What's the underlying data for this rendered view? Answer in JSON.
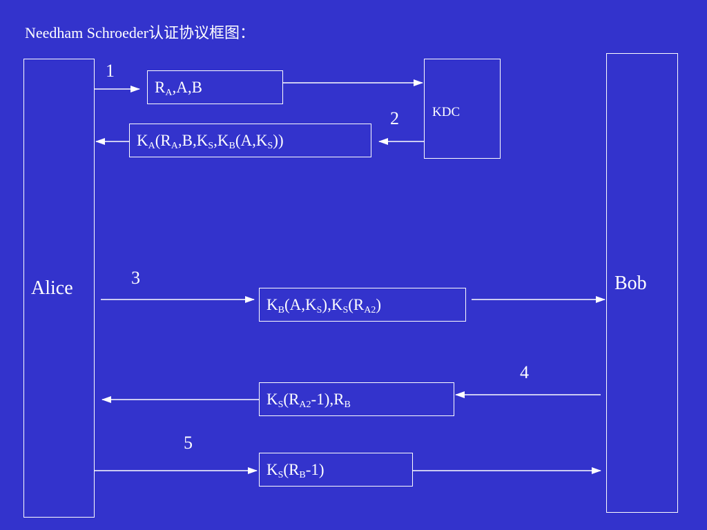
{
  "title": "Needham Schroeder认证协议框图：",
  "parties": {
    "alice": "Alice",
    "bob": "Bob",
    "kdc": "KDC"
  },
  "steps": [
    {
      "number": "1",
      "message": [
        [
          "R",
          ""
        ],
        [
          "",
          "A"
        ],
        [
          ",A,B",
          ""
        ]
      ],
      "from": "Alice",
      "to": "KDC"
    },
    {
      "number": "2",
      "message": [
        [
          "K",
          ""
        ],
        [
          "",
          "A"
        ],
        [
          "(R",
          ""
        ],
        [
          "",
          "A"
        ],
        [
          ",B,K",
          ""
        ],
        [
          "",
          "S"
        ],
        [
          ",K",
          ""
        ],
        [
          "",
          "B"
        ],
        [
          "(A,K",
          ""
        ],
        [
          "",
          "S"
        ],
        [
          "))",
          ""
        ]
      ],
      "from": "KDC",
      "to": "Alice"
    },
    {
      "number": "3",
      "message": [
        [
          "K",
          ""
        ],
        [
          "",
          "B"
        ],
        [
          "(A,K",
          ""
        ],
        [
          "",
          "S"
        ],
        [
          "),K",
          ""
        ],
        [
          "",
          "S"
        ],
        [
          "(R",
          ""
        ],
        [
          "",
          "A2"
        ],
        [
          ")",
          ""
        ]
      ],
      "from": "Alice",
      "to": "Bob"
    },
    {
      "number": "4",
      "message": [
        [
          "K",
          ""
        ],
        [
          "",
          "S"
        ],
        [
          "(R",
          ""
        ],
        [
          "",
          "A2"
        ],
        [
          "-1),R",
          ""
        ],
        [
          "",
          "B"
        ]
      ],
      "from": "Bob",
      "to": "Alice"
    },
    {
      "number": "5",
      "message": [
        [
          "K",
          ""
        ],
        [
          "",
          "S"
        ],
        [
          "(R",
          ""
        ],
        [
          "",
          "B"
        ],
        [
          "-1)",
          ""
        ]
      ],
      "from": "Alice",
      "to": "Bob"
    }
  ]
}
